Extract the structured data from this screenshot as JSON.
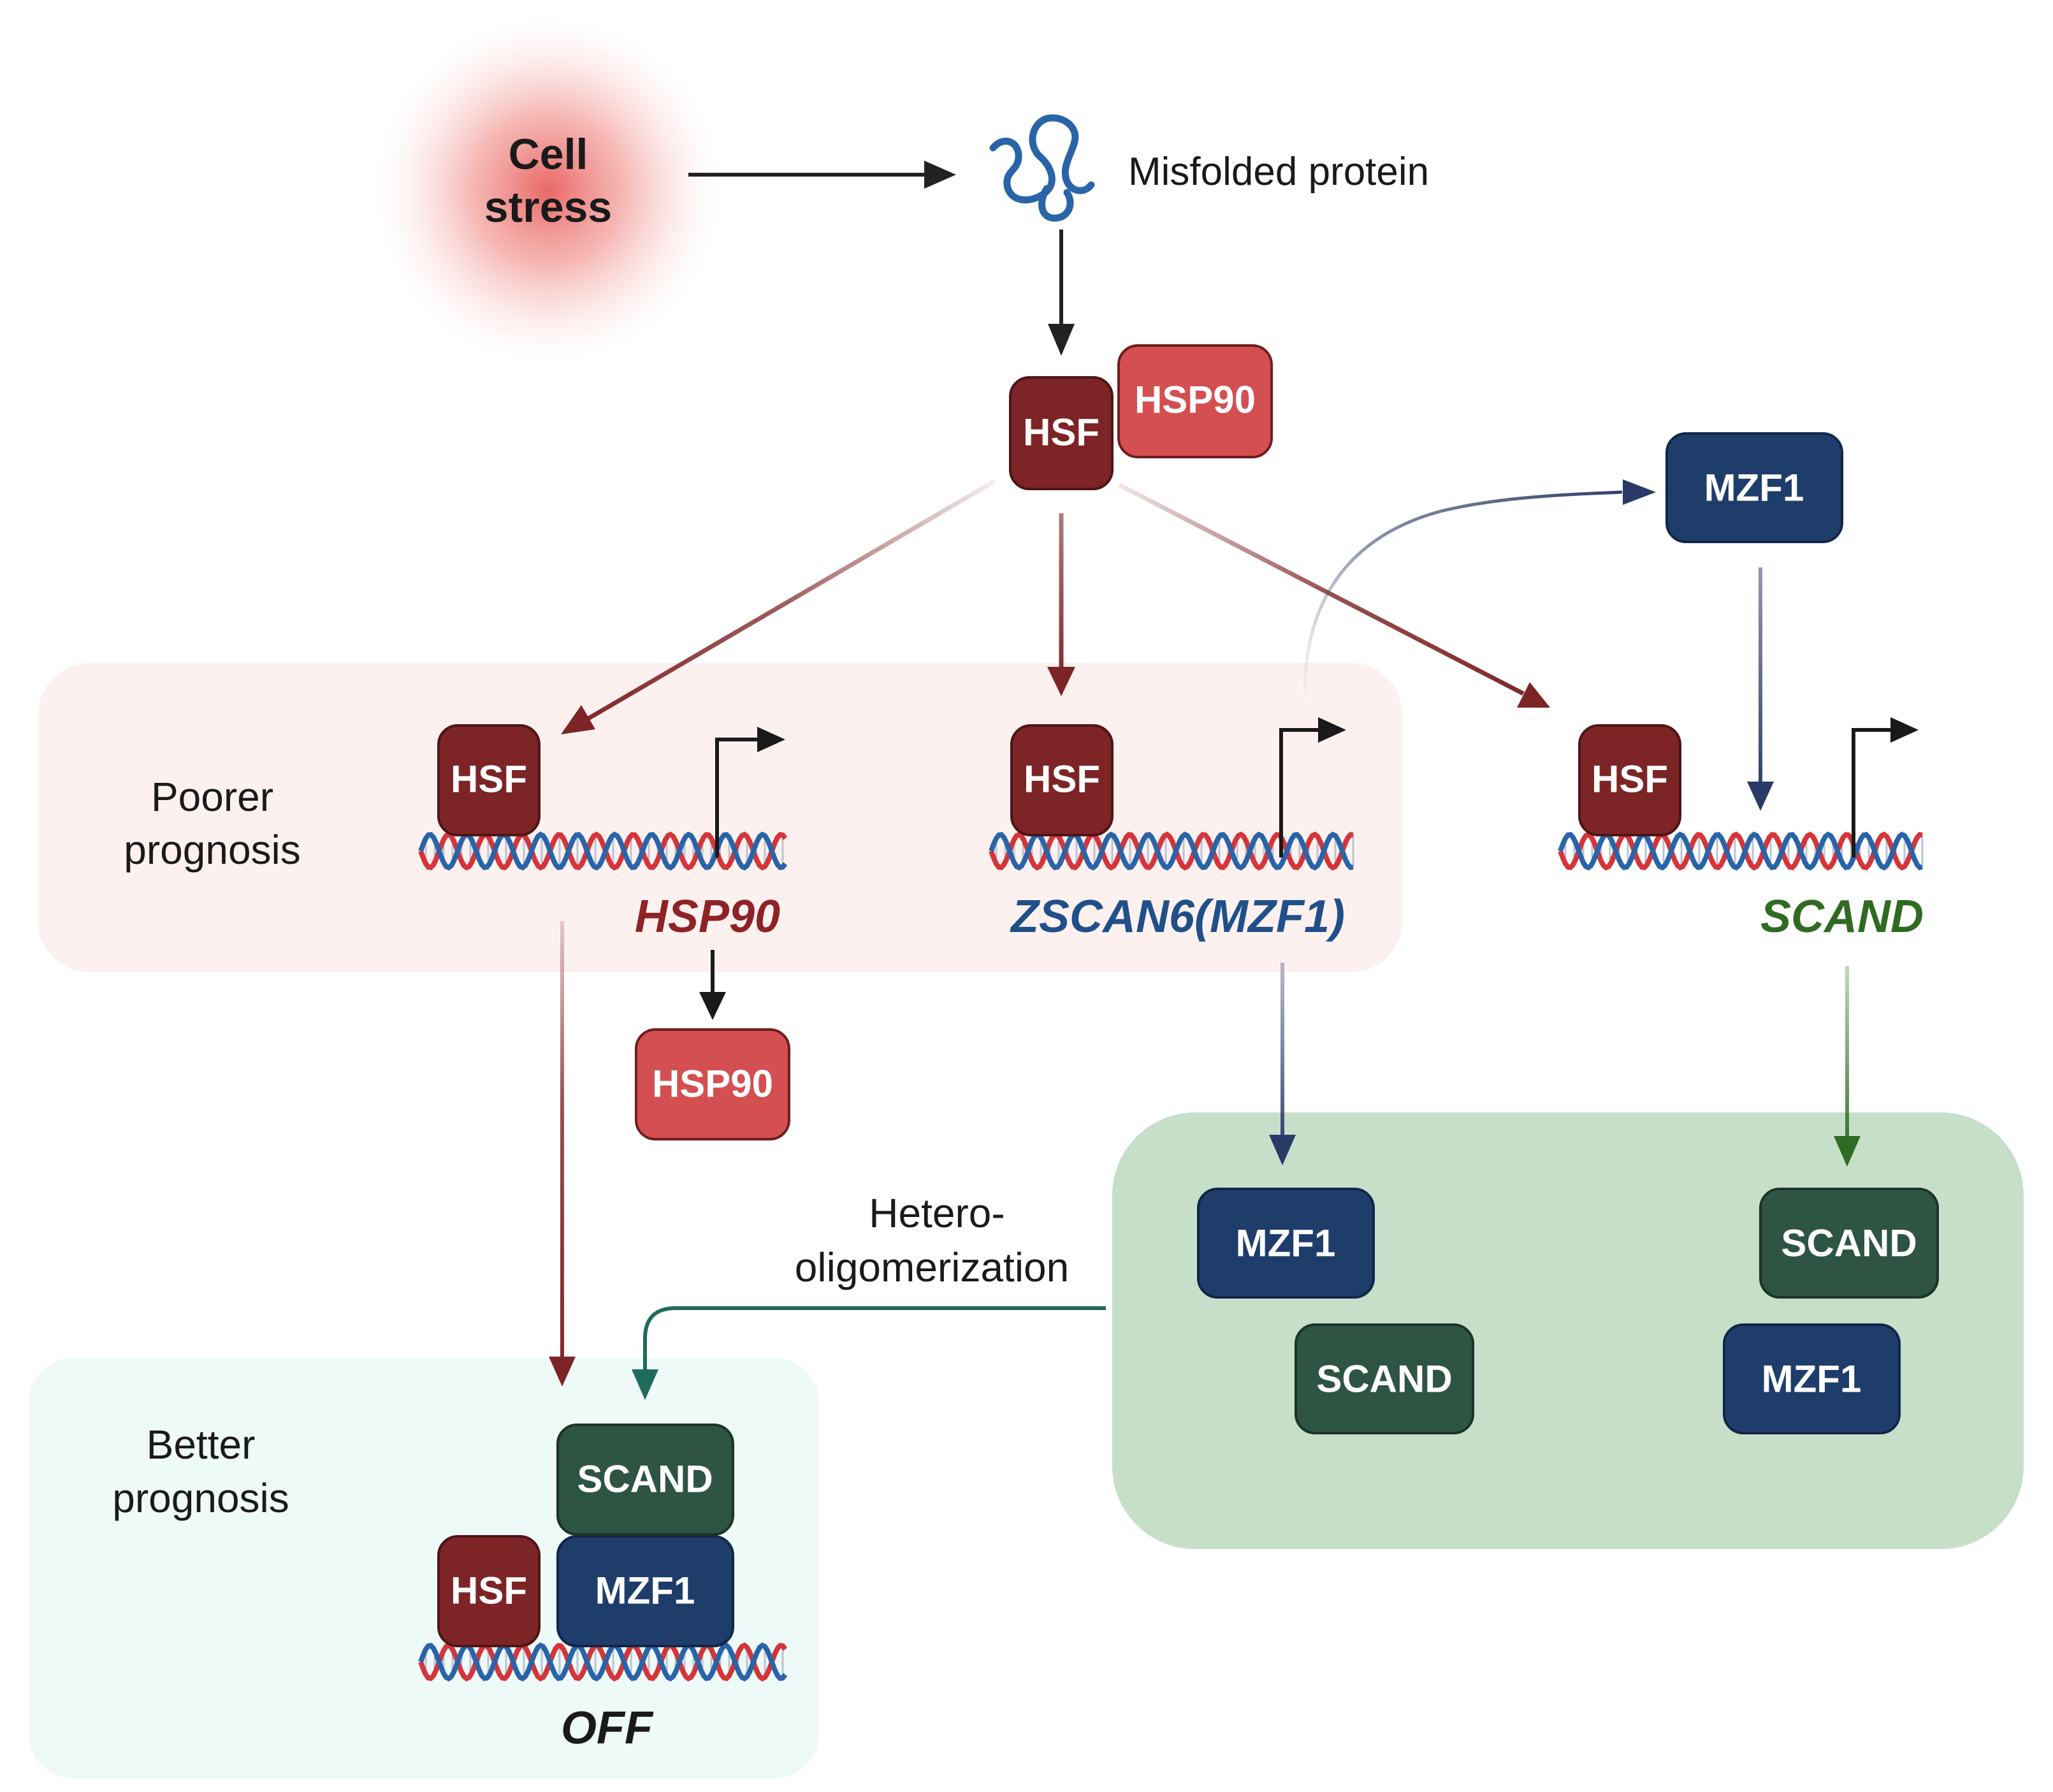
{
  "labels": {
    "cell_stress_line1": "Cell",
    "cell_stress_line2": "stress",
    "misfolded_protein": "Misfolded protein",
    "poorer_prognosis_line1": "Poorer",
    "poorer_prognosis_line2": "prognosis",
    "better_prognosis_line1": "Better",
    "better_prognosis_line2": "prognosis",
    "heterooligo_line1": "Hetero-",
    "heterooligo_line2": "oligomerization"
  },
  "proteins": {
    "hsf": "HSF",
    "hsp90": "HSP90",
    "mzf1": "MZF1",
    "scand": "SCAND"
  },
  "genes": {
    "hsp90": "HSP90",
    "zscan6": "ZSCAN6(MZF1)",
    "scand": "SCAND",
    "off": "OFF"
  },
  "colors": {
    "hsf": "#7d2426",
    "hsp90": "#d44f51",
    "mzf1": "#1f3d6b",
    "scand": "#2e5443",
    "poorer_panel": "#fdf1ef",
    "better_panel": "#eefaf7",
    "oligo_panel": "#c6dfc9",
    "dna_red": "#d4353a",
    "dna_blue": "#2a64a8"
  },
  "icons": {
    "misfolded_protein": "squiggle-protein-icon",
    "dna": "dna-helix-icon",
    "tss": "transcription-start-arrow-icon"
  }
}
